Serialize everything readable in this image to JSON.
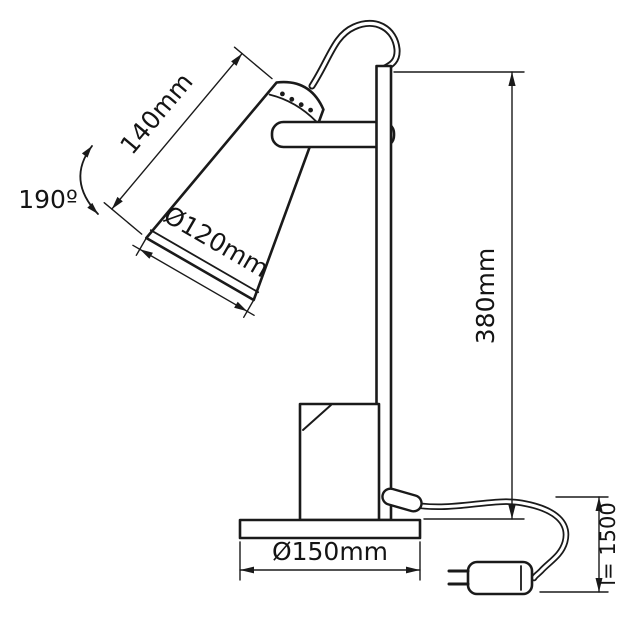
{
  "diagram": {
    "dimensions": {
      "shade_length": "140mm",
      "shade_diameter": "Ø120mm",
      "tilt_angle": "190º",
      "height": "380mm",
      "base_diameter": "Ø150mm",
      "cable_length": "l= 1500"
    },
    "colors": {
      "line": "#1a1a1a",
      "background": "#ffffff"
    }
  }
}
